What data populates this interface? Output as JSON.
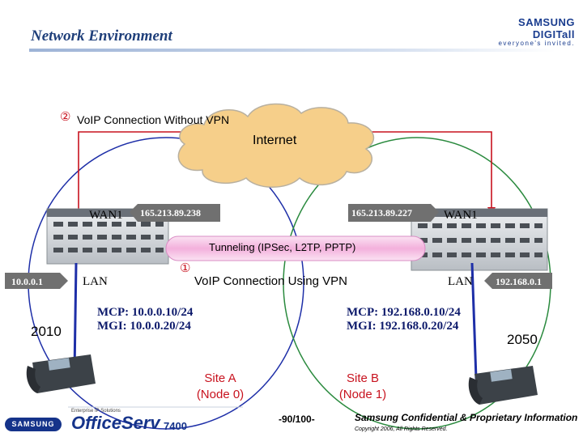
{
  "header": {
    "title": "Network Environment",
    "brand_name": "SAMSUNG DIGITall",
    "brand_tagline": "everyone's invited."
  },
  "labels": {
    "vpn_off_marker": "②",
    "vpn_off": "VoIP Connection Without VPN",
    "internet": "Internet",
    "tunneling": "Tunneling (IPSec, L2TP, PPTP)",
    "vpn_on_marker": "①",
    "vpn_on": "VoIP Connection Using VPN"
  },
  "site_a": {
    "wan_label": "WAN1",
    "wan_ip": "165.213.89.238",
    "lan_label": "LAN",
    "lan_ip": "10.0.0.1",
    "mcp": "MCP: 10.0.0.10/24",
    "mgi": "MGI: 10.0.0.20/24",
    "extension": "2010",
    "site_name": "Site A",
    "node": "(Node 0)"
  },
  "site_b": {
    "wan_label": "WAN1",
    "wan_ip": "165.213.89.227",
    "lan_label": "LAN",
    "lan_ip": "192.168.0.1",
    "mcp": "MCP: 192.168.0.10/24",
    "mgi": "MGI: 192.168.0.20/24",
    "extension": "2050",
    "site_name": "Site B",
    "node": "(Node 1)"
  },
  "footer": {
    "page": "-90/100-",
    "confidential": "Samsung Confidential & Proprietary Information",
    "copyright": "Copyright 2006, All Rights Reserved.",
    "badge": "SAMSUNG",
    "product_small": "Enterprise IP Solutions",
    "product_name": "OfficeServ",
    "product_model": "7400"
  },
  "colors": {
    "title": "#1f3f7a",
    "red_path": "#c8121e",
    "site_a_ellipse": "#1e2fa8",
    "site_b_ellipse": "#2a8a3e",
    "tunnel": "#f3b8e0",
    "cloud": "#f6cf8a",
    "ip_tag": "#707070"
  },
  "icons": [
    "pbx-rack-icon",
    "ip-phone-icon",
    "internet-cloud-icon"
  ]
}
